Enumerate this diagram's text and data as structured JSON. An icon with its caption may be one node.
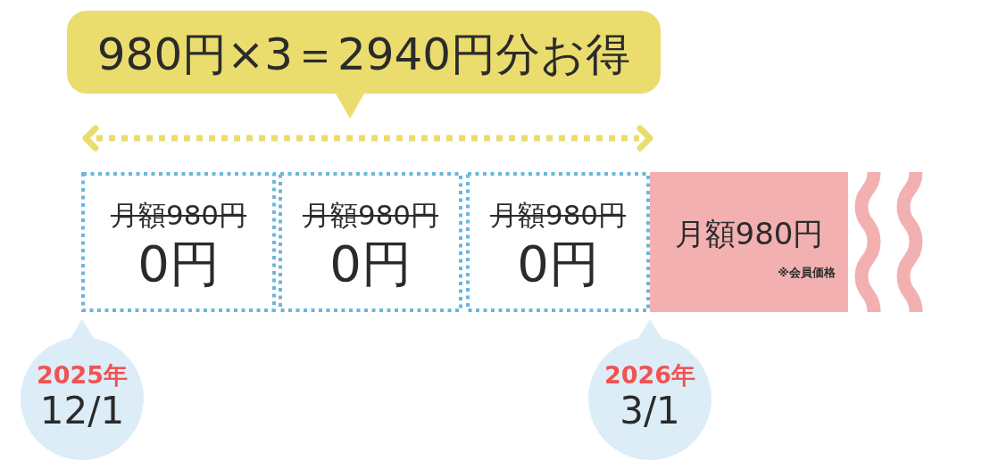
{
  "diagram": {
    "nodes": [
      {
        "text": [
          "980円×3＝2940円分お得"
        ]
      },
      {
        "text": [
          "月額980円",
          "0円"
        ]
      },
      {
        "text": [
          "月額980円",
          "0円"
        ]
      },
      {
        "text": [
          "月額980円",
          "0円"
        ]
      },
      {
        "text": [
          "月額980円",
          "※会員価格"
        ]
      },
      {
        "text": [
          "2025年",
          "12/1"
        ]
      },
      {
        "text": [
          "2026年",
          "3/1"
        ]
      }
    ]
  }
}
